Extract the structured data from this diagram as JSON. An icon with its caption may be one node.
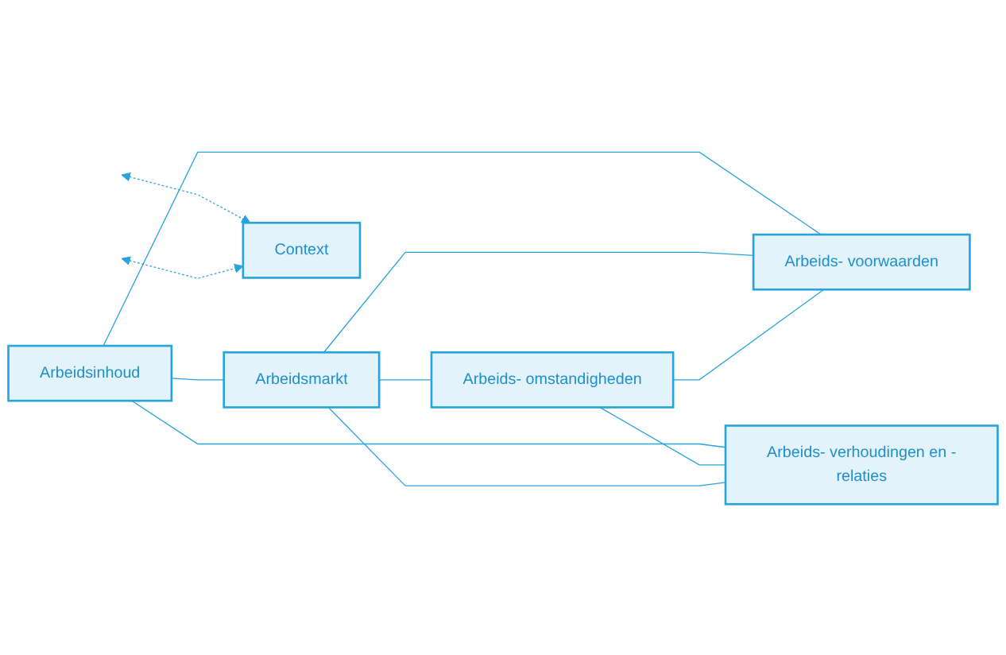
{
  "diagram": {
    "nodes": [
      {
        "text": [
          "Arbeidsinhoud"
        ]
      },
      {
        "text": [
          "Arbeids- verhoudingen en -relaties"
        ]
      },
      {
        "text": [
          "Arbeidsmarkt"
        ]
      },
      {
        "text": [
          "Arbeids- voorwaarden"
        ]
      },
      {
        "text": [
          "Arbeids- omstandigheden"
        ]
      },
      {
        "text": [
          "Context"
        ]
      }
    ],
    "edges": [
      {
        "from": 0,
        "to": 2,
        "arrow": "none"
      },
      {
        "from": 0,
        "to": 1,
        "arrow": "none"
      },
      {
        "from": 0,
        "to": 3,
        "arrow": "none"
      },
      {
        "from": 1,
        "to": 2,
        "arrow": "none"
      },
      {
        "from": 2,
        "to": 3,
        "arrow": "none"
      },
      {
        "from": 2,
        "to": 4,
        "arrow": "none"
      },
      {
        "from": 4,
        "to": 1,
        "arrow": "none"
      },
      {
        "from": 4,
        "to": 3,
        "arrow": "none"
      },
      {
        "from": null,
        "to": 5,
        "arrow": "both",
        "style": "dashed"
      },
      {
        "from": null,
        "to": 5,
        "arrow": "both",
        "style": "dashed"
      }
    ]
  }
}
